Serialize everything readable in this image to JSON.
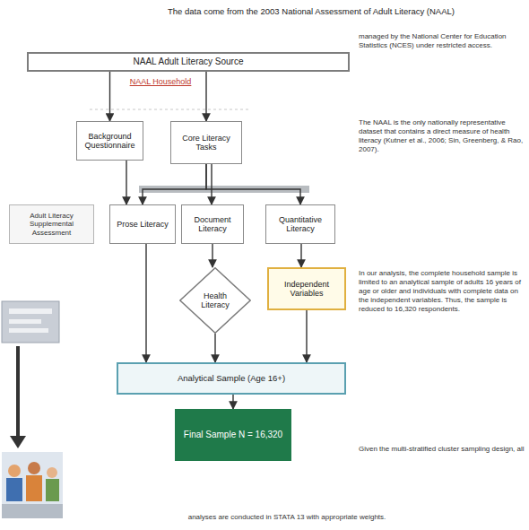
{
  "diagram": {
    "nodes": [
      {
        "text": [
          "NAAL Adult Literacy Source"
        ]
      },
      {
        "text": [
          "Background Questionnaire"
        ]
      },
      {
        "text": [
          "Core Literacy Tasks"
        ]
      },
      {
        "text": [
          "Adult Literacy Supplemental Assessment"
        ]
      },
      {
        "text": [
          "Prose Literacy"
        ]
      },
      {
        "text": [
          "Document Literacy"
        ]
      },
      {
        "text": [
          "Quantitative Literacy"
        ]
      },
      {
        "text": [
          "Health Literacy"
        ]
      },
      {
        "text": [
          "Independent Variables"
        ]
      },
      {
        "text": [
          "Analytical Sample (Age 16+)"
        ]
      },
      {
        "text": [
          "Final Sample N = 16,320"
        ]
      }
    ],
    "edges": [
      {
        "from": 0,
        "to": 1,
        "arrow": "to"
      },
      {
        "from": 0,
        "to": 2,
        "arrow": "to"
      },
      {
        "from": 2,
        "to": 4,
        "arrow": "to"
      },
      {
        "from": 2,
        "to": 5,
        "arrow": "to"
      },
      {
        "from": 2,
        "to": 6,
        "arrow": "to"
      },
      {
        "from": 4,
        "to": 9,
        "arrow": "to"
      },
      {
        "from": 5,
        "to": 7,
        "arrow": "to"
      },
      {
        "from": 6,
        "to": 8,
        "arrow": "to"
      },
      {
        "from": 7,
        "to": 9,
        "arrow": "to"
      },
      {
        "from": 8,
        "to": 9,
        "arrow": "to"
      },
      {
        "from": 9,
        "to": 10,
        "arrow": "to"
      },
      {
        "from": 1,
        "to": 4,
        "arrow": "to"
      }
    ],
    "labels": [
      "The data come from the 2003 National Assessment of Adult Literacy (NAAL)",
      "managed by the National Center for Education Statistics (NCES) under restricted access.",
      "The NAAL is the only nationally representative dataset that contains a direct measure of health literacy (Kutner et al., 2006; Sin, Greenberg, & Rao, 2007).",
      "In our analysis, the complete household sample is limited to an analytical sample of adults 16 years of age or older and individuals with complete data on the independent variables. Thus, the sample is reduced to 16,320 respondents.",
      "Given the multi-stratified cluster sampling design, all",
      "analyses are conducted in STATA 13 with appropriate weights.",
      "NAAL Household"
    ]
  }
}
